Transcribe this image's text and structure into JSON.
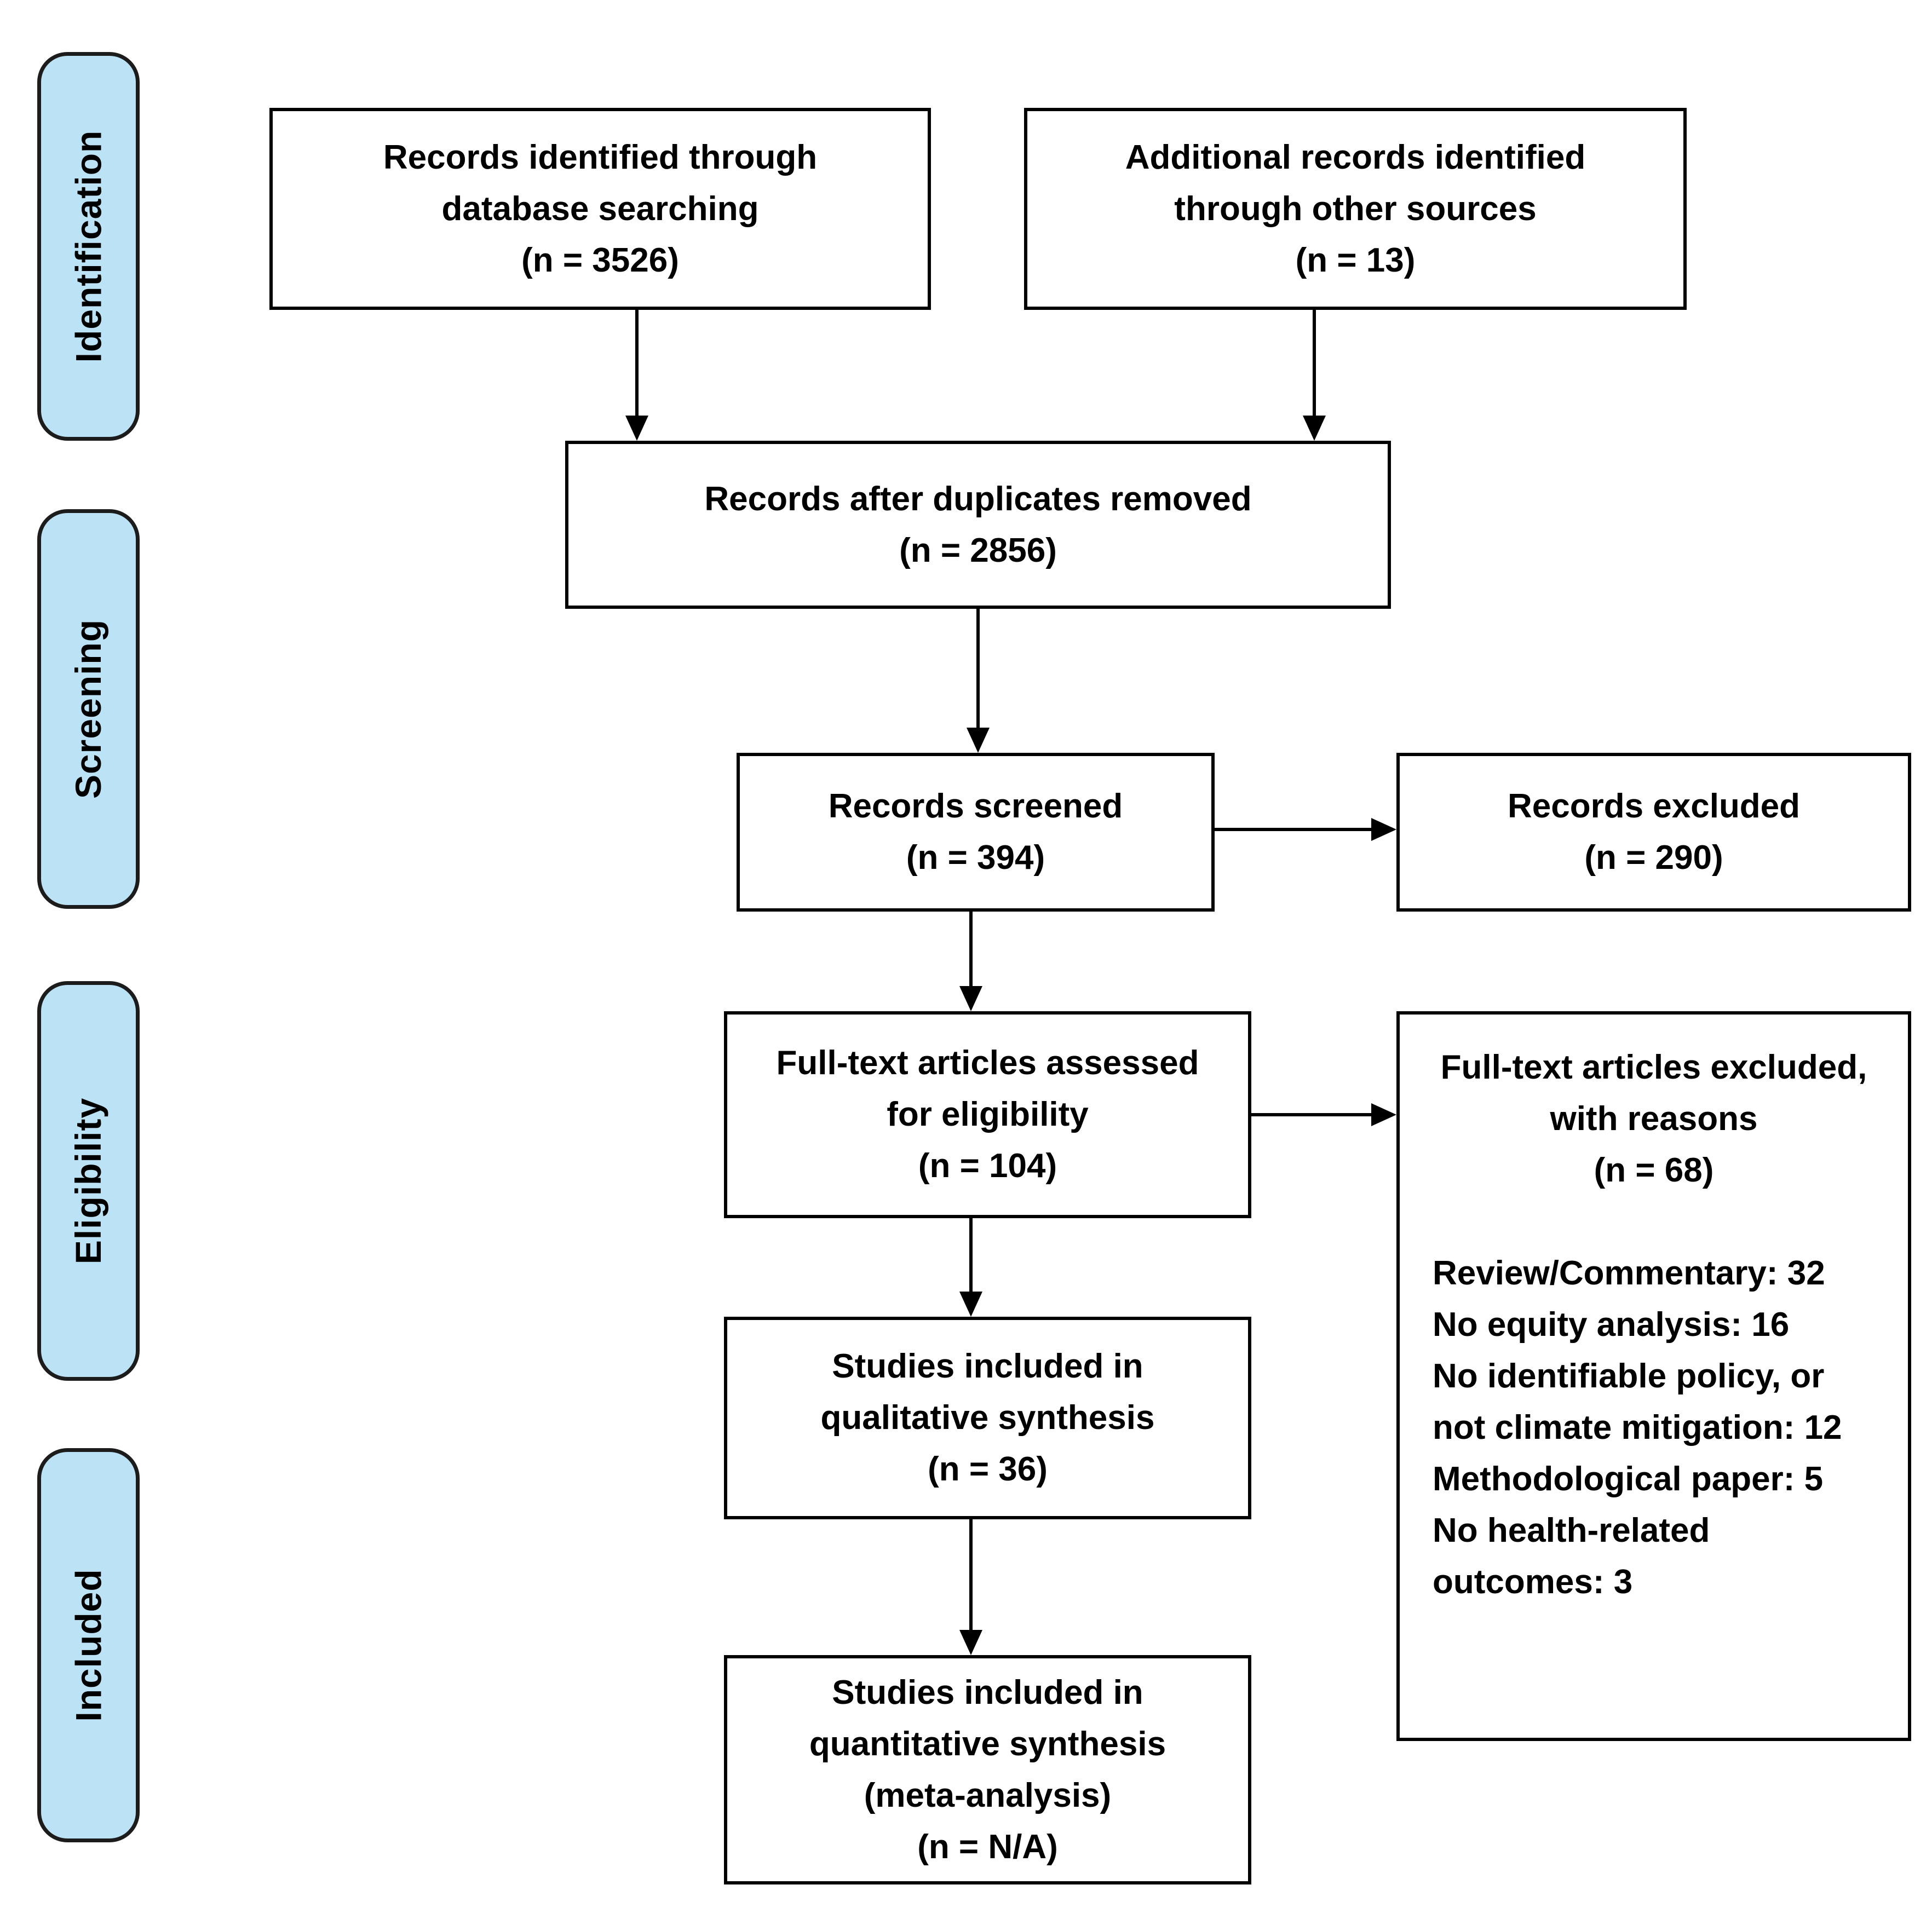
{
  "stages": [
    {
      "label": "Identification"
    },
    {
      "label": "Screening"
    },
    {
      "label": "Eligibility"
    },
    {
      "label": "Included"
    }
  ],
  "boxes": {
    "identified": {
      "text": "Records identified through\ndatabase searching\n(n = 3526)"
    },
    "additional": {
      "text": "Additional records identified\nthrough other sources\n(n = 13)"
    },
    "deduplicated": {
      "text": "Records after duplicates removed\n(n = 2856)"
    },
    "screened": {
      "text": "Records screened\n(n = 394)"
    },
    "records_excluded": {
      "text": "Records excluded\n(n = 290)"
    },
    "fulltext_assessed": {
      "text": "Full-text articles assessed\nfor eligibility\n(n = 104)"
    },
    "fulltext_excluded": {
      "title": "Full-text articles excluded,\nwith reasons\n(n = 68)",
      "reasons": "Review/Commentary: 32\nNo equity analysis: 16\nNo identifiable policy, or\nnot climate mitigation: 12\nMethodological paper: 5\nNo health-related\noutcomes: 3"
    },
    "qualitative": {
      "text": "Studies included in\nqualitative synthesis\n(n = 36)"
    },
    "quantitative": {
      "text": "Studies included in\nquantitative synthesis\n(meta-analysis)\n(n = N/A)"
    }
  },
  "colors": {
    "stage_fill": "#bce2f5",
    "stage_border": "#1c1c1c",
    "box_border": "#000000",
    "box_fill": "#ffffff",
    "arrow": "#000000",
    "text": "#000000",
    "background": "#ffffff"
  }
}
